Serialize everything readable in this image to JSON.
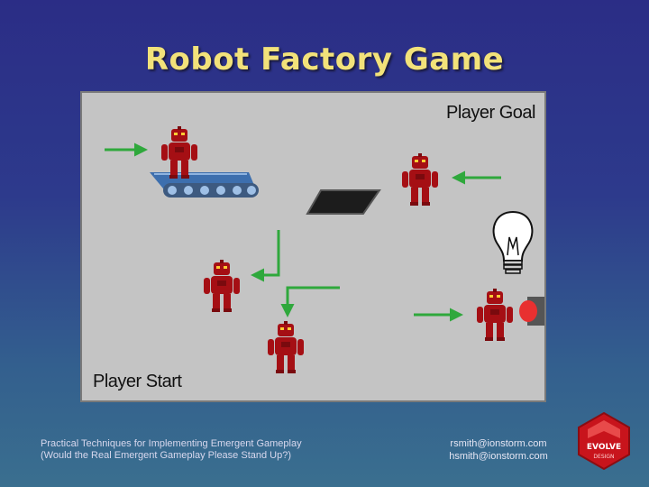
{
  "slide": {
    "title": "Robot Factory Game"
  },
  "scene": {
    "goal_label": "Player Goal",
    "start_label": "Player Start"
  },
  "footer": {
    "line1": "Practical Techniques for Implementing Emergent Gameplay",
    "line2": "(Would the Real Emergent Gameplay Please Stand Up?)",
    "email1": "rsmith@ionstorm.com",
    "email2": "hsmith@ionstorm.com"
  },
  "logo": {
    "text_top": "EVOLVE",
    "text_bottom": "DESIGN"
  },
  "colors": {
    "robot": "#a50f14",
    "arrow": "#2fa83c",
    "panel": "#c4c4c4"
  }
}
